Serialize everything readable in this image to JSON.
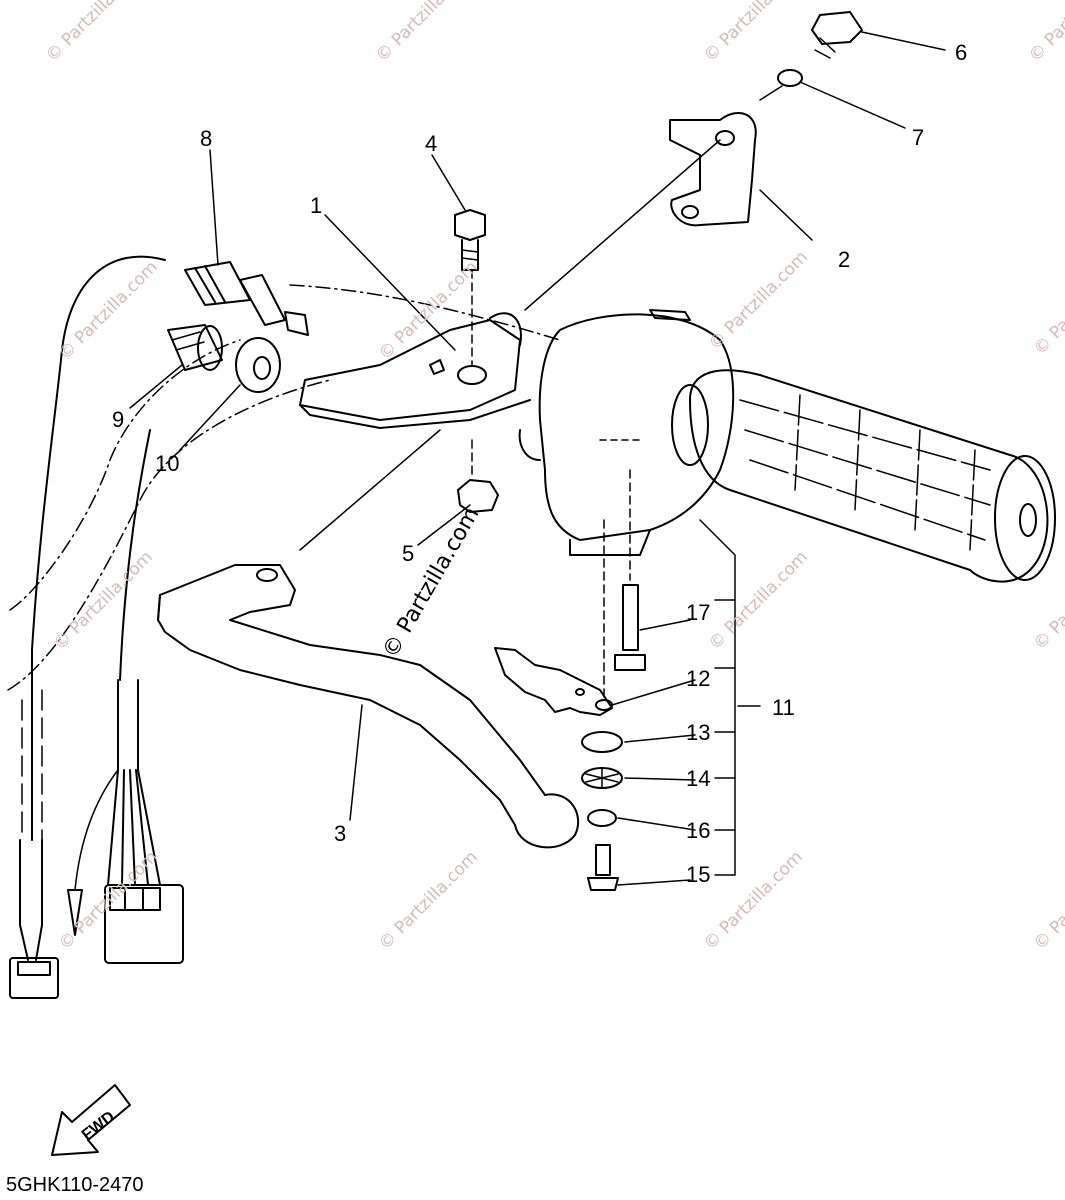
{
  "diagram": {
    "part_code": "5GHK110-2470",
    "fwd_label": "FWD",
    "watermark": "© Partzilla.com",
    "callouts": [
      "1",
      "2",
      "3",
      "4",
      "5",
      "6",
      "7",
      "8",
      "9",
      "10",
      "11",
      "12",
      "13",
      "14",
      "15",
      "16",
      "17"
    ],
    "colors": {
      "line": "#000000",
      "watermark": "#d8b8b8",
      "background": "#ffffff"
    }
  }
}
